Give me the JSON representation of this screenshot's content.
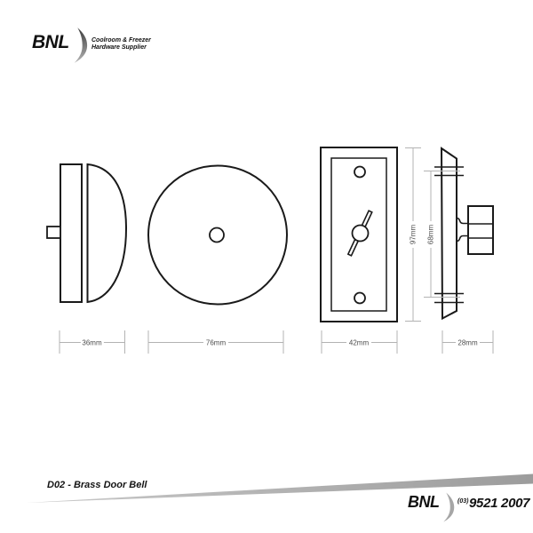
{
  "brand": {
    "name": "BNL",
    "tagline1": "Coolroom & Freezer",
    "tagline2": "Hardware Supplier"
  },
  "footer": {
    "product_title": "D02 - Brass Door Bell",
    "phone_area": "(03)",
    "phone_number": "9521 2007"
  },
  "drawing": {
    "labels": {
      "bell_depth": "36mm",
      "bell_diameter": "76mm",
      "plate_width": "42mm",
      "plate_height": "97mm",
      "hole_spacing": "68mm",
      "assembly_depth": "28mm"
    }
  },
  "colors": {
    "line": "#1a1a1a",
    "dim_line": "#b3b3b3",
    "dim_text": "#4d4d4d",
    "swoosh": "#a6a6a6",
    "wedge_light": "#c9c9c9",
    "wedge_dark": "#9c9c9c"
  }
}
